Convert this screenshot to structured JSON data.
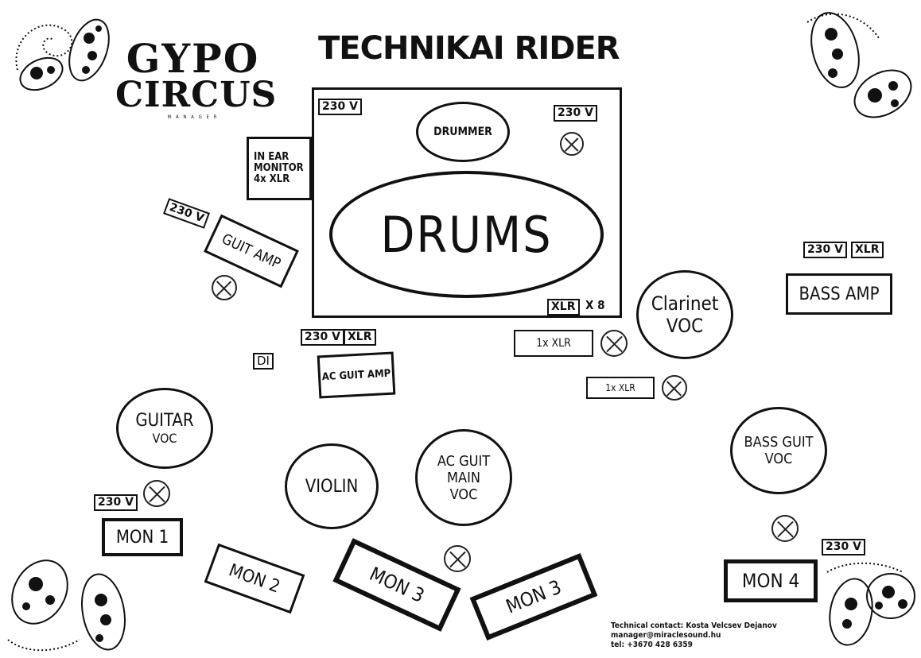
{
  "title": "TECHNIKAI RIDER",
  "logo": {
    "line1": "GYPO",
    "line2": "CIRCUS",
    "sub": "M A N A G E R"
  },
  "labels": {
    "drums": "DRUMS",
    "drummer": "DRUMMER",
    "in_ear": [
      "IN EAR",
      "MONITOR",
      "4x XLR"
    ],
    "guit_amp": "GUIT AMP",
    "bass_amp": "BASS AMP",
    "ac_guit_amp": "AC GUIT AMP",
    "di": "DI",
    "clarinet": [
      "Clarinet",
      "VOC"
    ],
    "guitar_voc": [
      "GUITAR",
      "VOC"
    ],
    "violin": "VIOLIN",
    "ac_guit_main": [
      "AC GUIT",
      "MAIN",
      "VOC"
    ],
    "bass_guit_voc": [
      "BASS GUIT",
      "VOC"
    ],
    "one_xlr": "1x XLR",
    "one_xlr_b": "1x XLR",
    "mon1": "MON 1",
    "mon2": "MON 2",
    "mon3a": "MON 3",
    "mon3b": "MON 3",
    "mon4": "MON 4"
  },
  "tags": {
    "v230": "230 V",
    "xlr": "XLR",
    "x8": "X 8"
  },
  "contact": {
    "line1": "Technical contact: Kosta Velcsev Dejanov",
    "line2": "manager@miraclesound.hu",
    "line3": "tel: +3670 428 6359"
  }
}
